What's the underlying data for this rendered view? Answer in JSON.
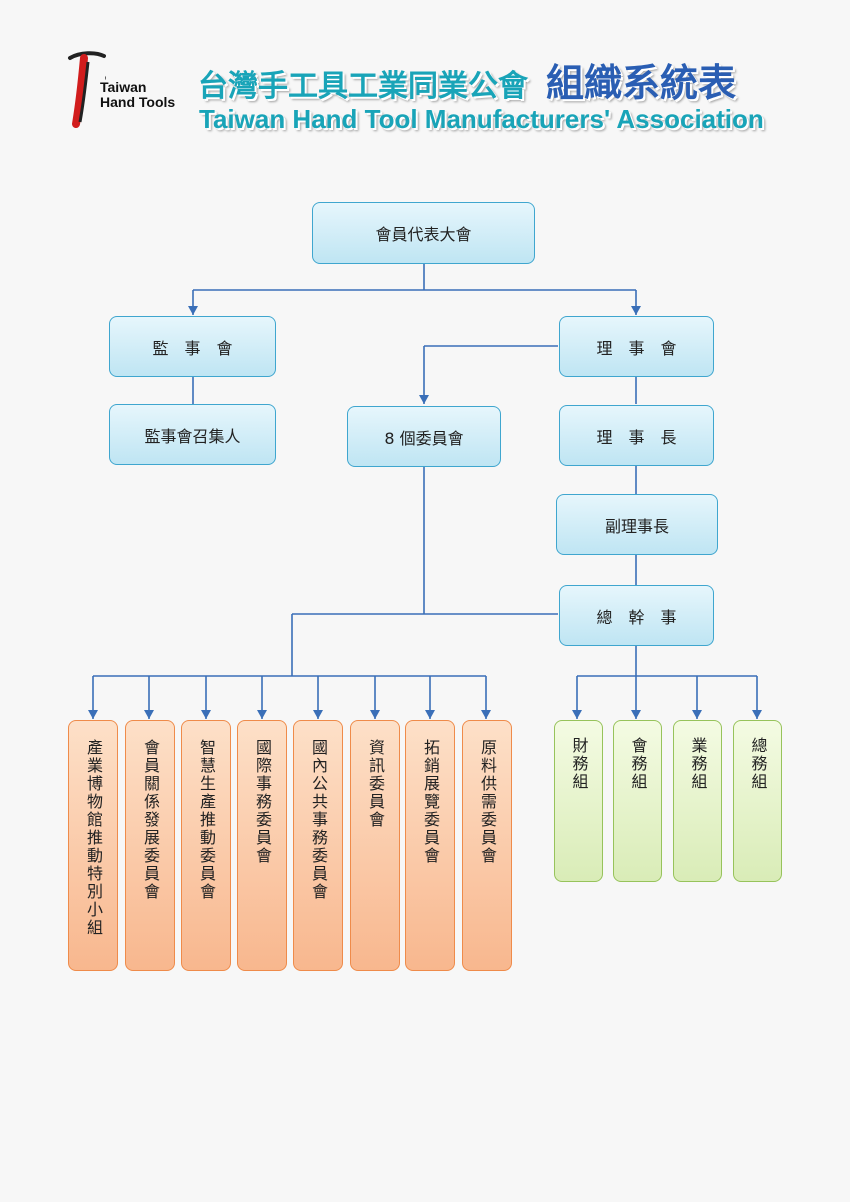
{
  "header": {
    "logo_text": "Taiwan\nHand Tools",
    "title_zh": "台灣手工具工業同業公會",
    "title_zh_big": "組織系統表",
    "title_en": "Taiwan Hand Tool Manufacturers' Association"
  },
  "nodes": {
    "assembly": "會員代表大會",
    "supervisors": "監　事　會",
    "supervisor_convener": "監事會召集人",
    "directors": "理　事　會",
    "committees": "8 個委員會",
    "chairman": "理　事　長",
    "vice_chairman": "副理事長",
    "secretary_general": "總　幹　事"
  },
  "committee_list": [
    "產業博物館推動特別小組",
    "會員關係發展委員會",
    "智慧生產推動委員會",
    "國際事務委員會",
    "國內公共事務委員會",
    "資訊委員會",
    "拓銷展覽委員會",
    "原料供需委員會"
  ],
  "department_list": [
    "財務組",
    "會務組",
    "業務組",
    "總務組"
  ],
  "colors": {
    "line": "#3a6fb8",
    "blue_border": "#3fa6cf",
    "orange_border": "#ef8b4a",
    "green_border": "#97c35b"
  }
}
